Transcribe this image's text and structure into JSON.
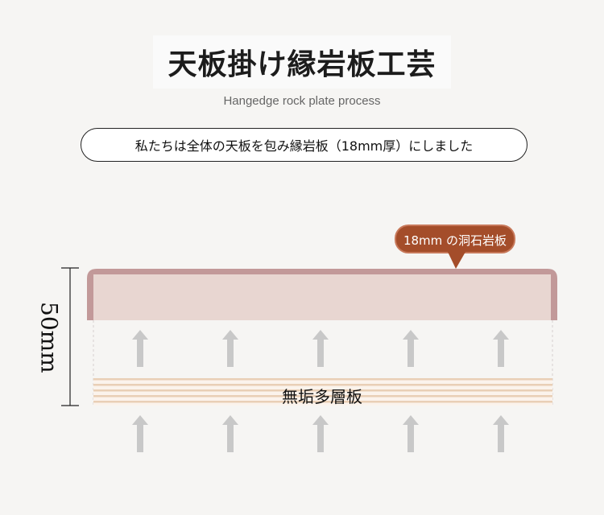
{
  "header": {
    "title": "天板掛け縁岩板工芸",
    "subtitle": "Hangedge rock plate process",
    "description": "私たちは全体の天板を包み縁岩板（18mm厚）にしました"
  },
  "diagram": {
    "callout": "18mm の洞石岩板",
    "board_label": "無垢多層板",
    "dimension": "50mm",
    "colors": {
      "stone_fill": "#e8d6d1",
      "stone_edge": "#c29999",
      "callout_fill": "#a44d2a",
      "board_stripe": "#e9cfb6",
      "arrow": "#c8c8c8"
    }
  }
}
